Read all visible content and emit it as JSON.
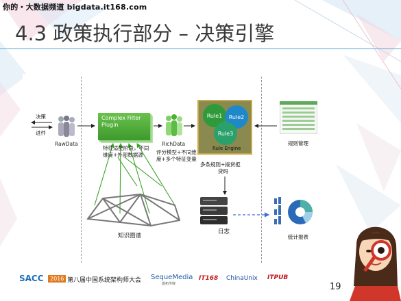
{
  "watermark": "你的・大数据频道 bigdata.it168.com",
  "slide": {
    "title": "4.3 政策执行部分 – 决策引擎",
    "page_number": "19"
  },
  "diagram": {
    "decision_label": "决策",
    "enter_label": "进件",
    "rawdata_label": "RawData",
    "filter_label_1": "Complex Filter",
    "filter_label_2": "Plugin",
    "filter_caption_1": "特征适配阶段，不同",
    "filter_caption_2": "维度+外部数据源",
    "richdata_label": "RichData",
    "richdata_caption_1": "评分模型+不同维",
    "richdata_caption_2": "度+多个特征变量",
    "rule1": "Rule1",
    "rule2": "Rule2",
    "rule3": "Rule3",
    "engine_label": "Rule Engine",
    "engine_caption_1": "多条规则+拨贷拒",
    "engine_caption_2": "贷码",
    "rule_mgmt_label": "规则管理",
    "knowledge_graph_label": "知识图谱",
    "log_label": "日志",
    "stats_label": "统计报表"
  },
  "footer": {
    "sacc": "SACC",
    "year": "2016",
    "conf_text": "第八届中国系统架构师大会",
    "sponsor1": "SequeMedia",
    "sponsor1_sub": "盛拓传媒",
    "sponsor2": "IT168",
    "sponsor3": "ChinaUnix",
    "sponsor4": "ITPUB"
  },
  "colors": {
    "green": "#4caf3a",
    "engine_bg": "#8a8a50",
    "rule1": "#2e9a3a",
    "rule2": "#1e88c8",
    "rule3": "#2aa06a"
  }
}
